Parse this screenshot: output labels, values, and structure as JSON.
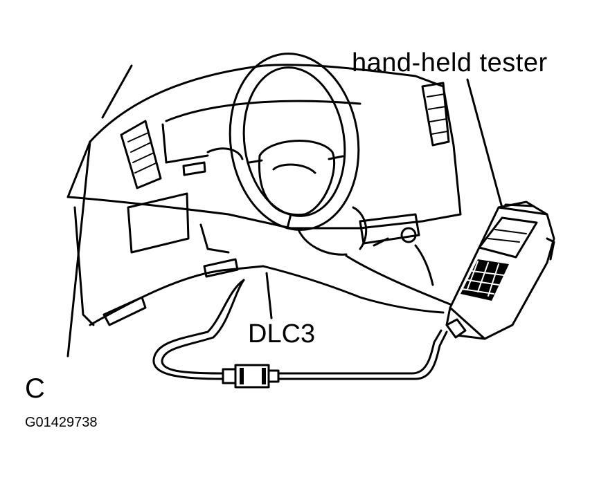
{
  "labels": {
    "tester": "hand-held tester",
    "connector": "DLC3",
    "view": "C",
    "figure_id": "G01429738"
  },
  "colors": {
    "ink": "#000000",
    "paper": "#ffffff"
  }
}
